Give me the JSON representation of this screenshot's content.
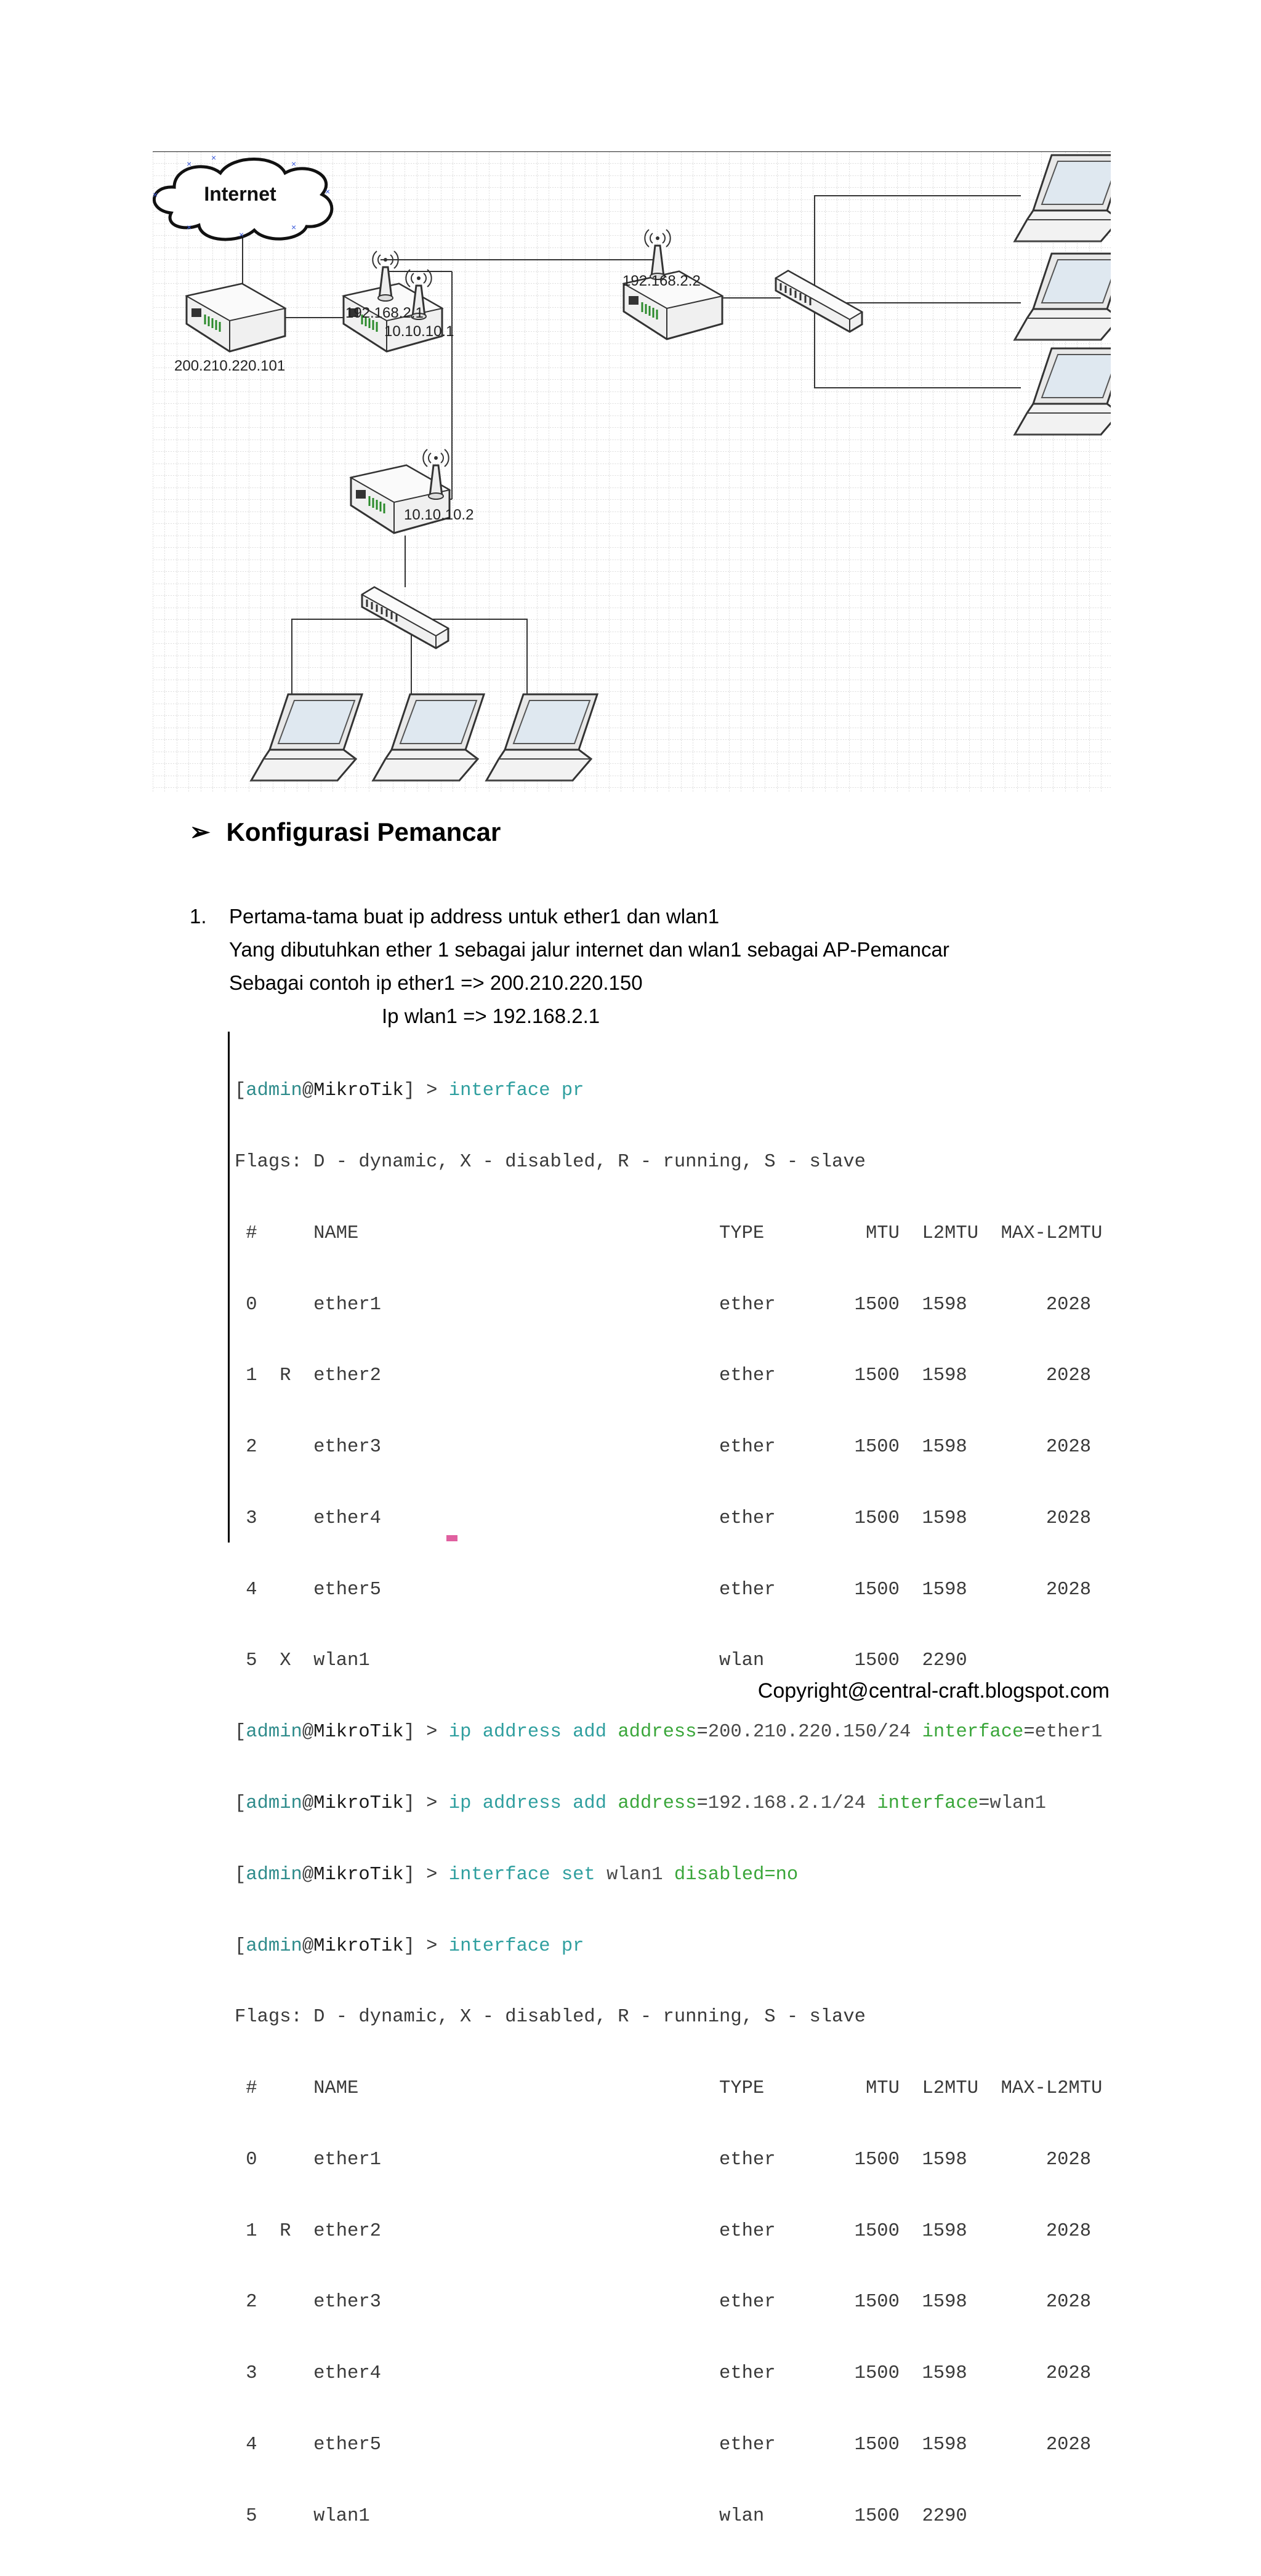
{
  "diagram": {
    "cloud_label": "Internet",
    "labels": {
      "modem": "200.210.220.101",
      "router_a_ip1": "192.168.2.1",
      "router_a_ip2": "10.10.10.1",
      "ap_remote": "192.168.2.2",
      "router_b": "10.10.10.2"
    }
  },
  "section": {
    "arrow": "➢",
    "title": "Konfigurasi Pemancar"
  },
  "step1": {
    "number": "1.",
    "line1": "Pertama-tama buat ip address untuk ether1 dan wlan1",
    "line2": "Yang dibutuhkan ether 1 sebagai jalur internet dan wlan1 sebagai AP-Pemancar",
    "line3": "Sebagai contoh ip ether1 => 200.210.220.150",
    "line4": "Ip wlan1 => 192.168.2.1"
  },
  "terminal": {
    "prompt_user": "admin",
    "prompt_host": "MikroTik",
    "cmd1": "interface pr",
    "flags": "Flags: D - dynamic, X - disabled, R - running, S - slave",
    "header": " #     NAME                                TYPE         MTU  L2MTU  MAX-L2MTU",
    "table1": [
      " 0     ether1                              ether       1500  1598       2028",
      " 1  R  ether2                              ether       1500  1598       2028",
      " 2     ether3                              ether       1500  1598       2028",
      " 3     ether4                              ether       1500  1598       2028",
      " 4     ether5                              ether       1500  1598       2028",
      " 5  X  wlan1                               wlan        1500  2290"
    ],
    "cmd2_a": "ip address add",
    "cmd2_b": "address",
    "cmd2_c": "200.210.220.150/24",
    "cmd2_d": "interface",
    "cmd2_e": "ether1",
    "cmd3_c": "192.168.2.1/24",
    "cmd3_e": "wlan1",
    "cmd4_a": "interface set",
    "cmd4_b": "wlan1",
    "cmd4_c": "disabled=no",
    "cmd5": "interface pr",
    "table2": [
      " 0     ether1                              ether       1500  1598       2028",
      " 1  R  ether2                              ether       1500  1598       2028",
      " 2     ether3                              ether       1500  1598       2028",
      " 3     ether4                              ether       1500  1598       2028",
      " 4     ether5                              ether       1500  1598       2028",
      " 5     wlan1                               wlan        1500  2290"
    ]
  },
  "footer": {
    "copyright": "Copyright@central-craft.blogspot.com"
  }
}
